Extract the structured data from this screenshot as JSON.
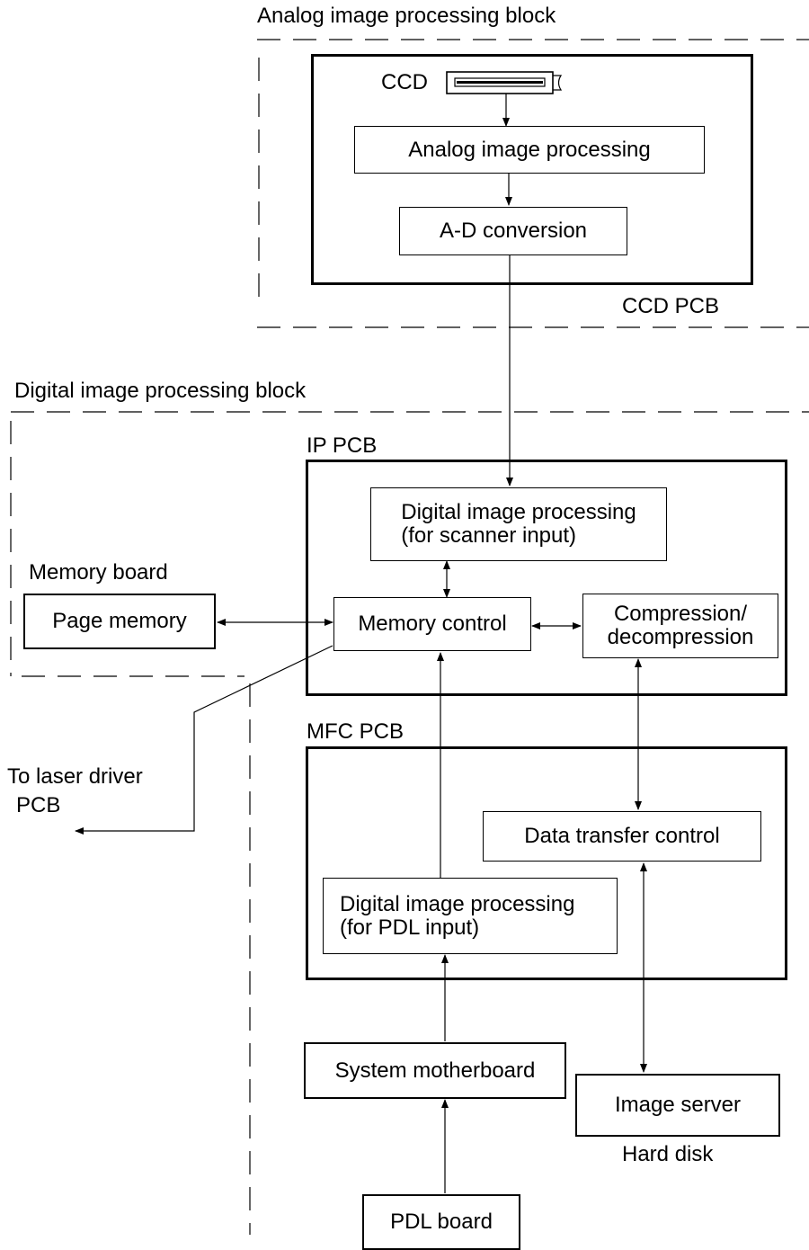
{
  "blocks": {
    "analog": "Analog image processing block",
    "digital": "Digital image processing block"
  },
  "boards": {
    "ccd_pcb": "CCD PCB",
    "ip_pcb": "IP PCB",
    "mfc_pcb": "MFC PCB",
    "memory_board": "Memory board",
    "hard_disk": "Hard disk"
  },
  "components": {
    "ccd": "CCD",
    "analog_processing": "Analog image processing",
    "ad_conversion": "A-D conversion",
    "digital_scanner_line1": "Digital image processing",
    "digital_scanner_line2": "(for scanner input)",
    "page_memory": "Page memory",
    "memory_control": "Memory control",
    "compression_line1": "Compression/",
    "compression_line2": "decompression",
    "data_transfer": "Data transfer control",
    "digital_pdl_line1": "Digital image processing",
    "digital_pdl_line2": "(for PDL input)",
    "system_motherboard": "System motherboard",
    "pdl_board": "PDL board",
    "image_server": "Image server"
  },
  "outputs": {
    "laser_line1": "To laser driver",
    "laser_line2": "PCB"
  }
}
